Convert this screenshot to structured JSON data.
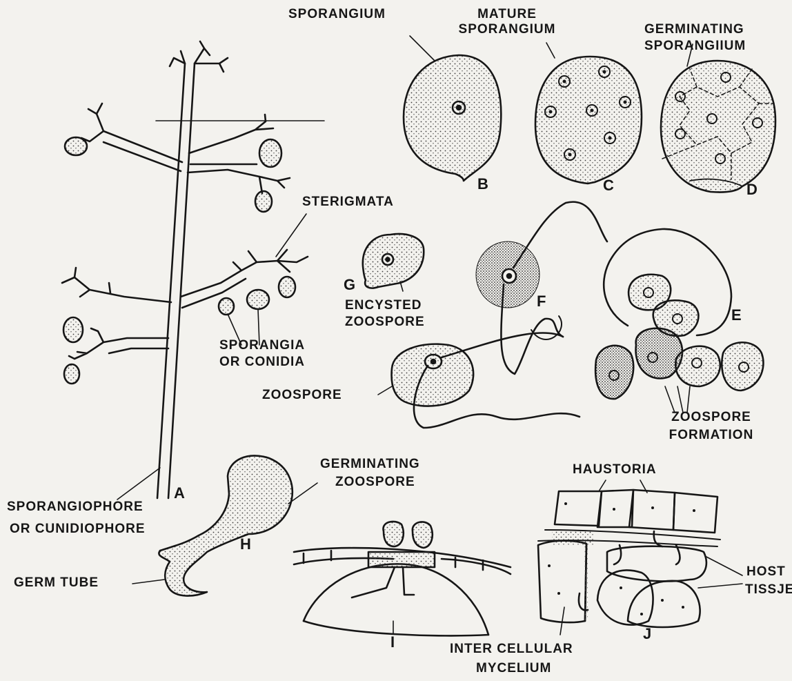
{
  "labels": {
    "sporangium": "SPORANGIUM",
    "mature_1": "MATURE",
    "mature_2": "SPORANGIUM",
    "germinating_sporangium_1": "GERMINATING",
    "germinating_sporangium_2": "SPORANGIIUM",
    "sterigmata": "STERIGMATA",
    "sporangia_1": "SPORANGIA",
    "sporangia_2": "OR CONIDIA",
    "encysted_1": "ENCYSTED",
    "encysted_2": "ZOOSPORE",
    "zoospore": "ZOOSPORE",
    "zoospore_formation_1": "ZOOSPORE",
    "zoospore_formation_2": "FORMATION",
    "sporangiophore_1": "SPORANGIOPHORE",
    "sporangiophore_2": "OR CUNIDIOPHORE",
    "germinating_zoospore_1": "GERMINATING",
    "germinating_zoospore_2": "ZOOSPORE",
    "germ_tube": "GERM TUBE",
    "haustoria": "HAUSTORIA",
    "host_tissue_1": "HOST",
    "host_tissue_2": "TISSJE",
    "intercellular_1": "INTER CELLULAR",
    "intercellular_2": "MYCELIUM"
  },
  "letters": {
    "a": "A",
    "b": "B",
    "c": "C",
    "d": "D",
    "e": "E",
    "f": "F",
    "g": "G",
    "h": "H",
    "i": "I",
    "j": "J"
  },
  "colors": {
    "ink": "#161616",
    "paper": "#f3f2ee",
    "stipple": "#3a3a3a"
  }
}
